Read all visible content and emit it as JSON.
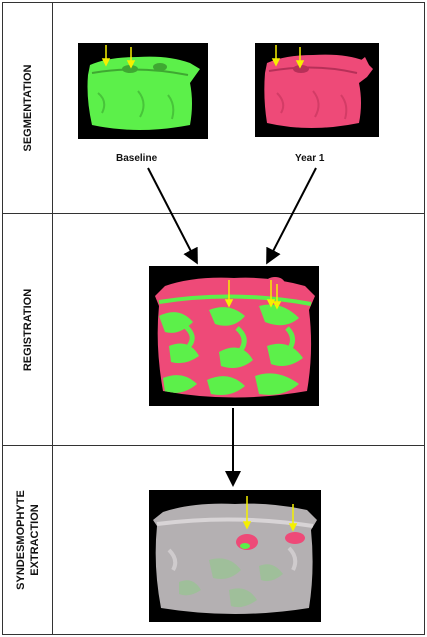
{
  "rows": {
    "segmentation": {
      "label": "SEGMENTATION"
    },
    "registration": {
      "label": "REGISTRATION"
    },
    "syndesmophyte": {
      "label_line1": "SYNDESMOPHYTE",
      "label_line2": "EXTRACTION"
    }
  },
  "captions": {
    "baseline": "Baseline",
    "year1": "Year 1"
  },
  "colors": {
    "baseline_green": "#5cf04a",
    "year1_pink": "#ee4a78",
    "residual_gray": "#b4b0b2",
    "highlight_yellow": "#f5f000",
    "panel_background": "#000000"
  }
}
